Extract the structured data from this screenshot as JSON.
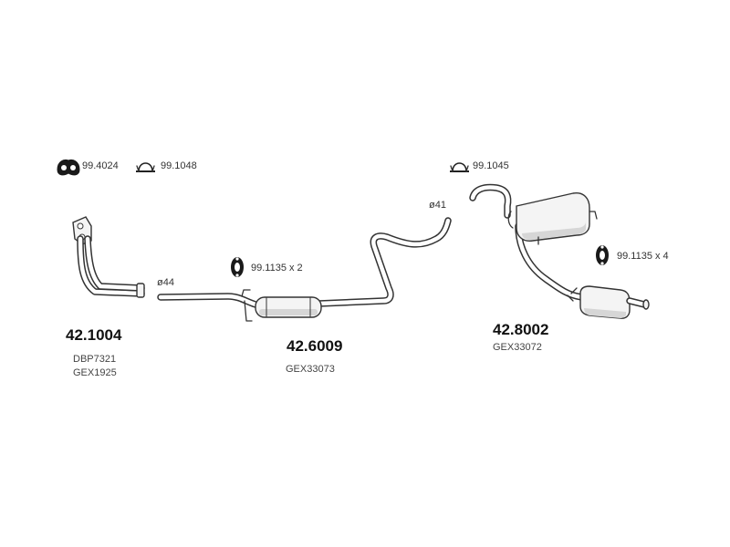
{
  "parts": {
    "front_pipe": {
      "number": "42.1004",
      "codes": [
        "DBP7321",
        "GEX1925"
      ],
      "diameter": "ø44"
    },
    "middle_pipe": {
      "number": "42.6009",
      "codes": [
        "GEX33073"
      ],
      "diameter": "ø41"
    },
    "rear_silencer": {
      "number": "42.8002",
      "codes": [
        "GEX33072"
      ]
    }
  },
  "accessories": {
    "gasket": {
      "label": "99.4024",
      "icon": "gasket-icon"
    },
    "clamp_front": {
      "label": "99.1048",
      "icon": "clamp-icon"
    },
    "clamp_rear": {
      "label": "99.1045",
      "icon": "clamp-icon"
    },
    "rubber_mount_mid": {
      "label": "99.1135 x 2",
      "icon": "rubber-mount-icon"
    },
    "rubber_mount_rear": {
      "label": "99.1135 x 4",
      "icon": "rubber-mount-icon"
    }
  }
}
